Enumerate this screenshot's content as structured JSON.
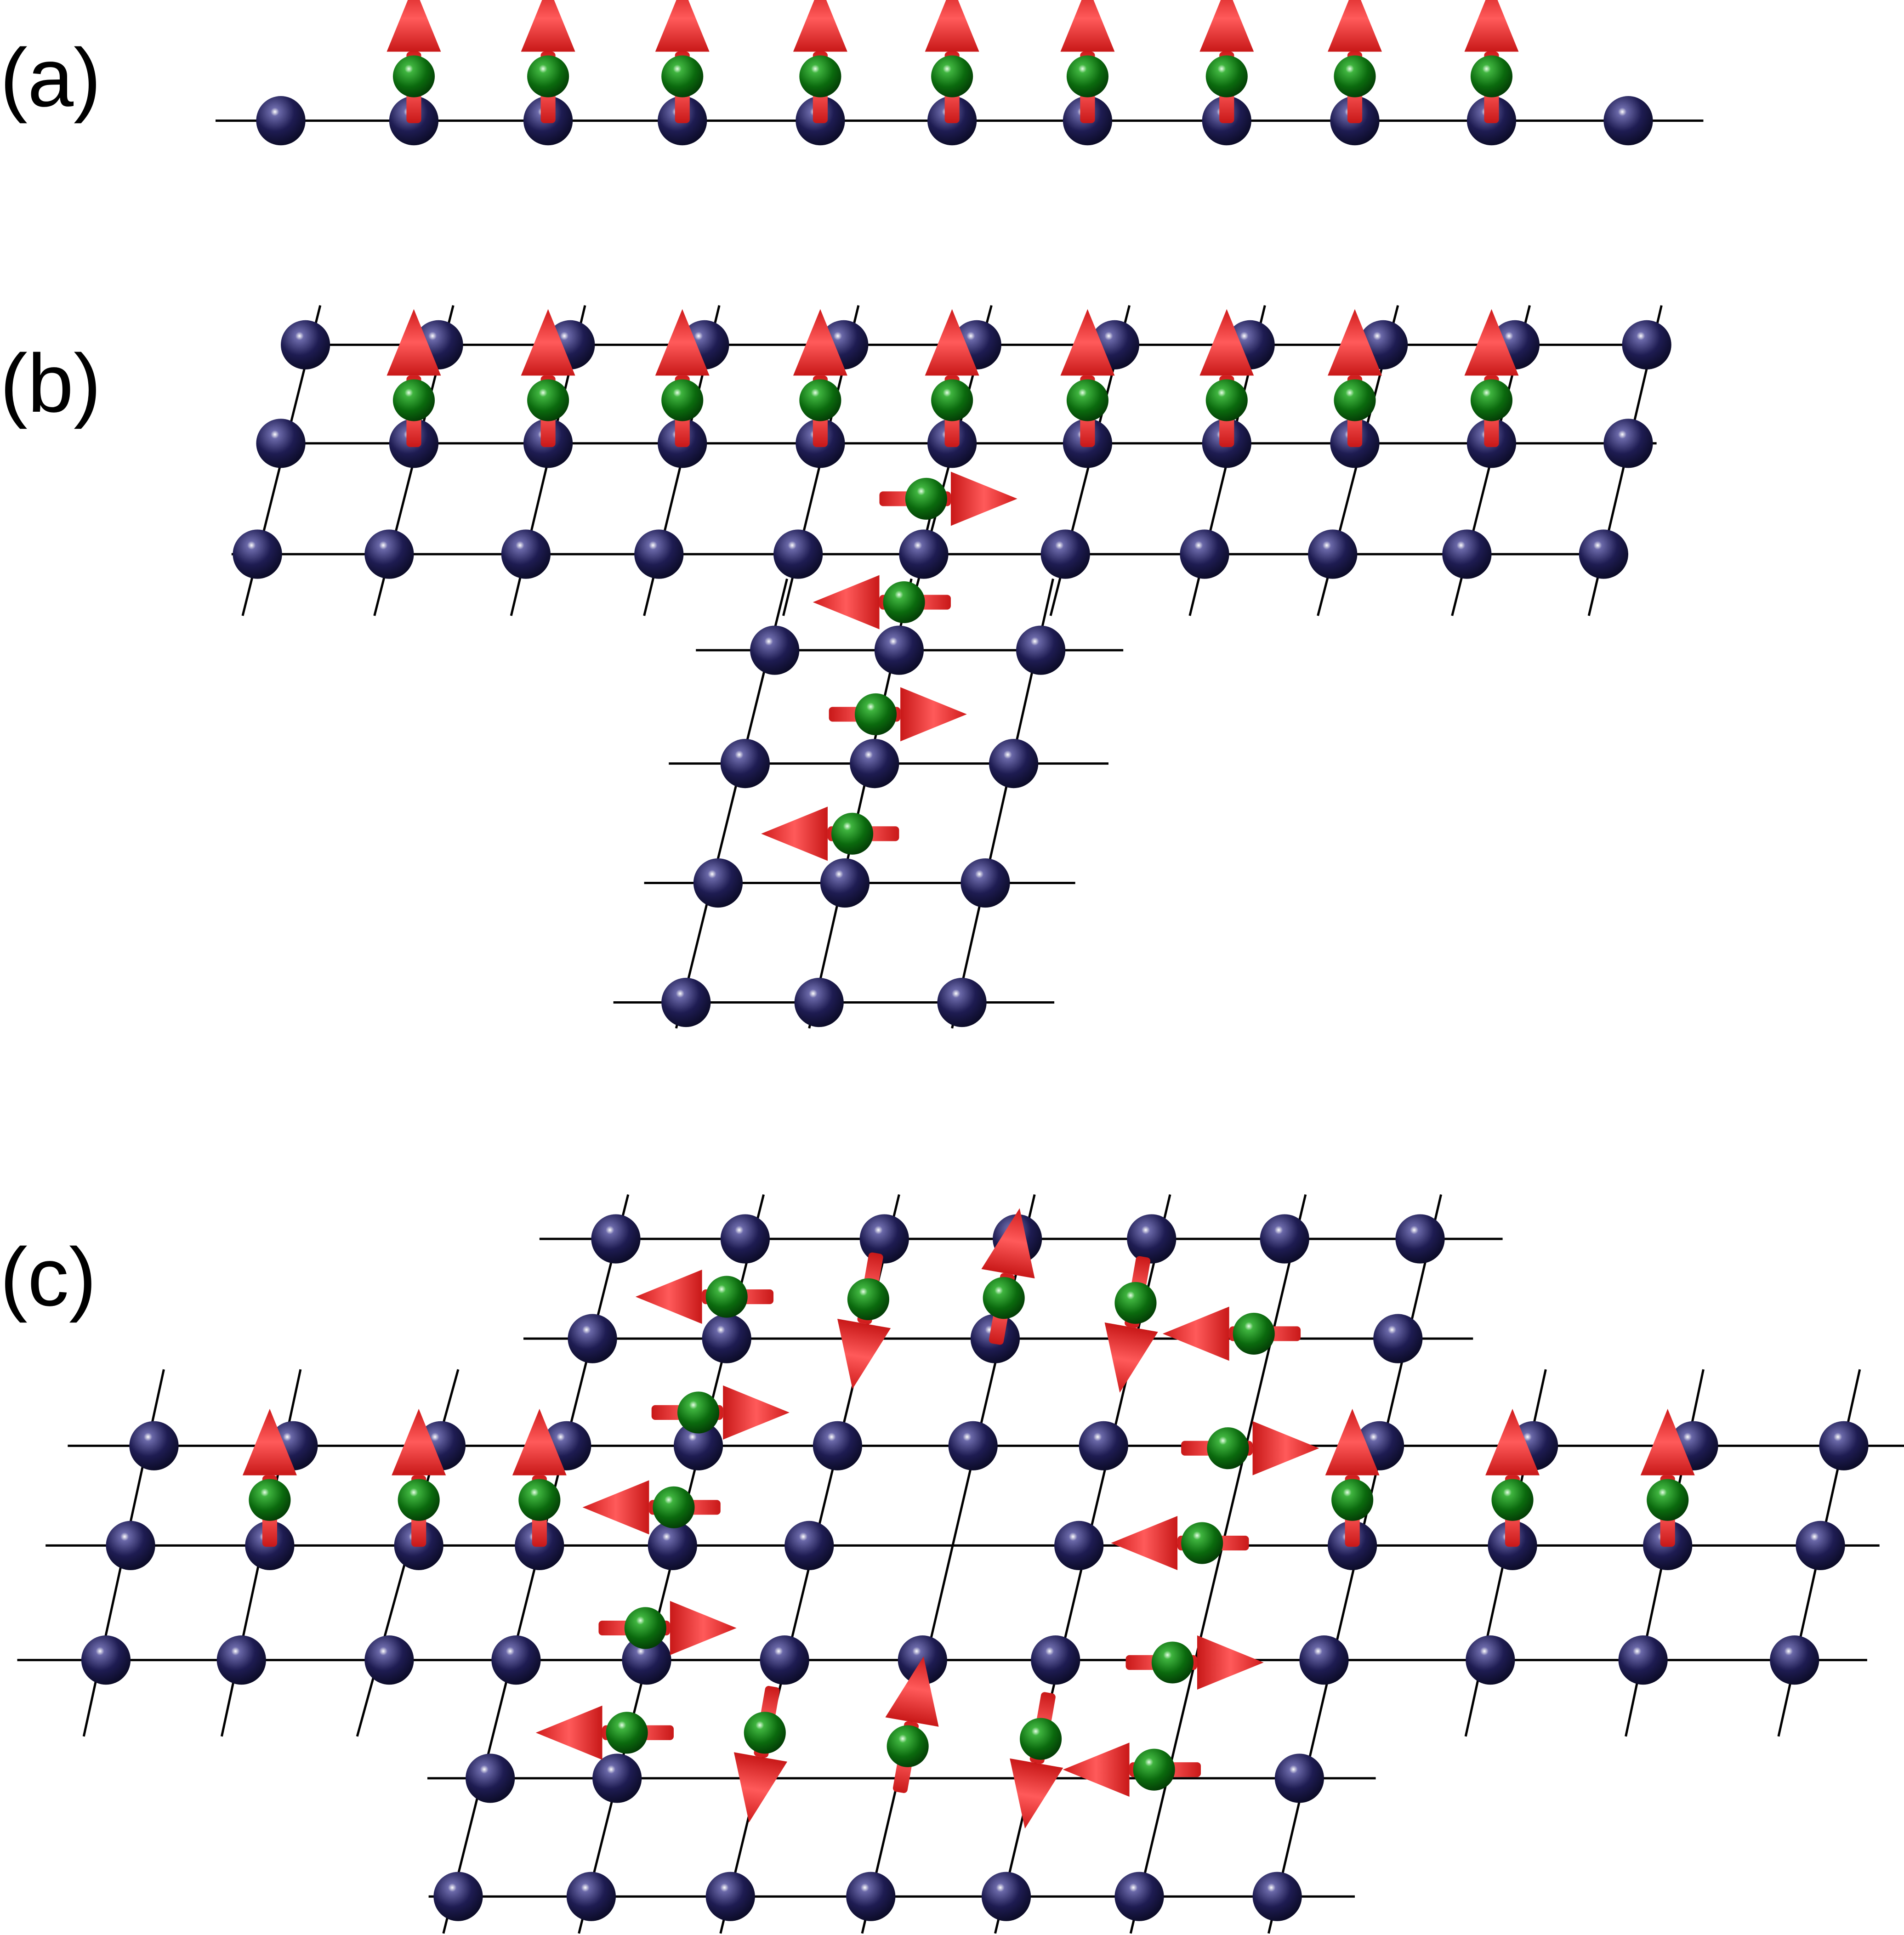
{
  "panels": [
    {
      "label": "(a)"
    },
    {
      "label": "(b)"
    },
    {
      "label": "(c)"
    }
  ],
  "colors": {
    "lattice_atom": "#1c1a4c",
    "magnetic_atom": "#0d6410",
    "spin_arrow": "#ff3030",
    "bond_line": "#000000",
    "background": "#ffffff"
  },
  "legend_semantics": {
    "lattice_atom": "navy-sphere",
    "magnetic_atom": "green-sphere",
    "spin": "red-arrow"
  }
}
